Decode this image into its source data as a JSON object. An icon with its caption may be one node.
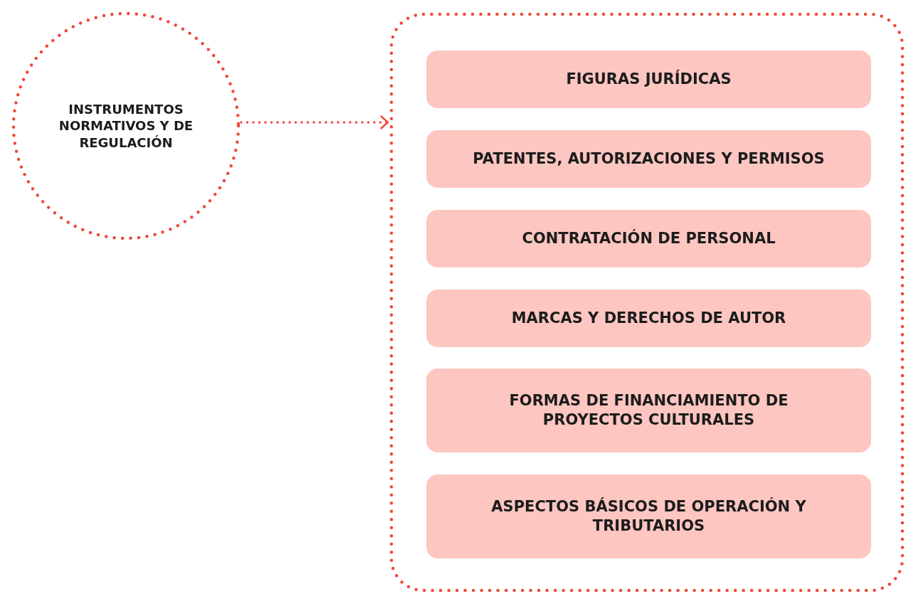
{
  "diagram": {
    "nodes": [
      {
        "text": [
          "INSTRUMENTOS NORMATIVOS Y DE REGULACIÓN"
        ]
      },
      {
        "text": [],
        "shape": "box"
      },
      {
        "text": [
          "FIGURAS JURÍDICAS"
        ],
        "in": 1
      },
      {
        "text": [
          "PATENTES, AUTORIZACIONES Y PERMISOS"
        ],
        "in": 1
      },
      {
        "text": [
          "CONTRATACIÓN DE PERSONAL"
        ],
        "in": 1
      },
      {
        "text": [
          "MARCAS Y DERECHOS DE AUTOR"
        ],
        "in": 1
      },
      {
        "text": [
          "FORMAS DE FINANCIAMIENTO DE PROYECTOS CULTURALES"
        ],
        "in": 1
      },
      {
        "text": [
          "ASPECTOS BÁSICOS DE OPERACIÓN Y TRIBUTARIOS"
        ],
        "in": 1
      }
    ],
    "edges": [
      {
        "from": 0,
        "to": 1,
        "arrow": "to",
        "style": "dashed"
      }
    ]
  }
}
